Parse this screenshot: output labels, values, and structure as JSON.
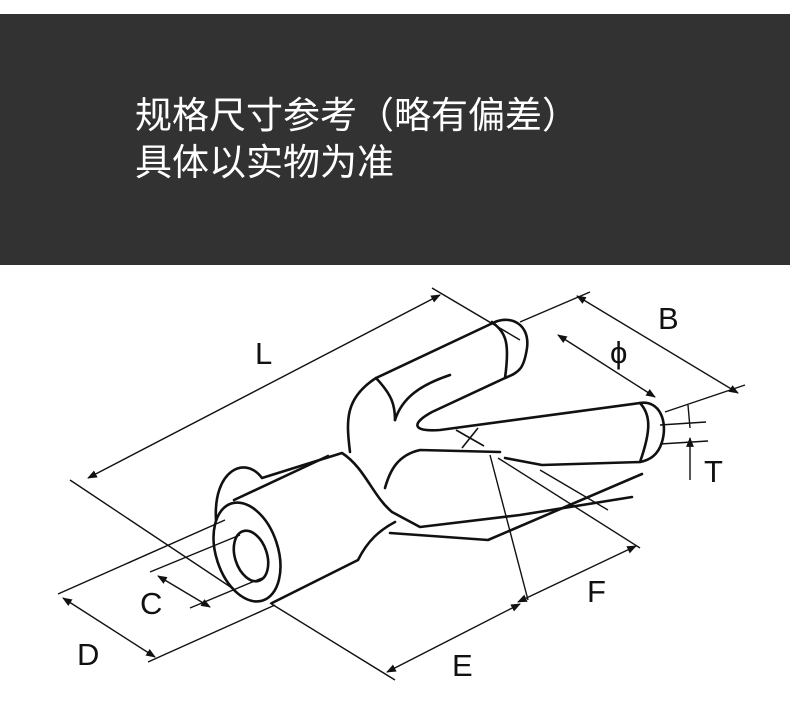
{
  "banner": {
    "line1": "规格尺寸参考（略有偏差）",
    "line2": "具体以实物为准",
    "bg_color": "#323232",
    "text_color": "#ffffff"
  },
  "diagram": {
    "labels": {
      "L": "L",
      "B": "B",
      "phi": "ϕ",
      "T": "T",
      "C": "C",
      "D": "D",
      "E": "E",
      "F": "F"
    }
  }
}
